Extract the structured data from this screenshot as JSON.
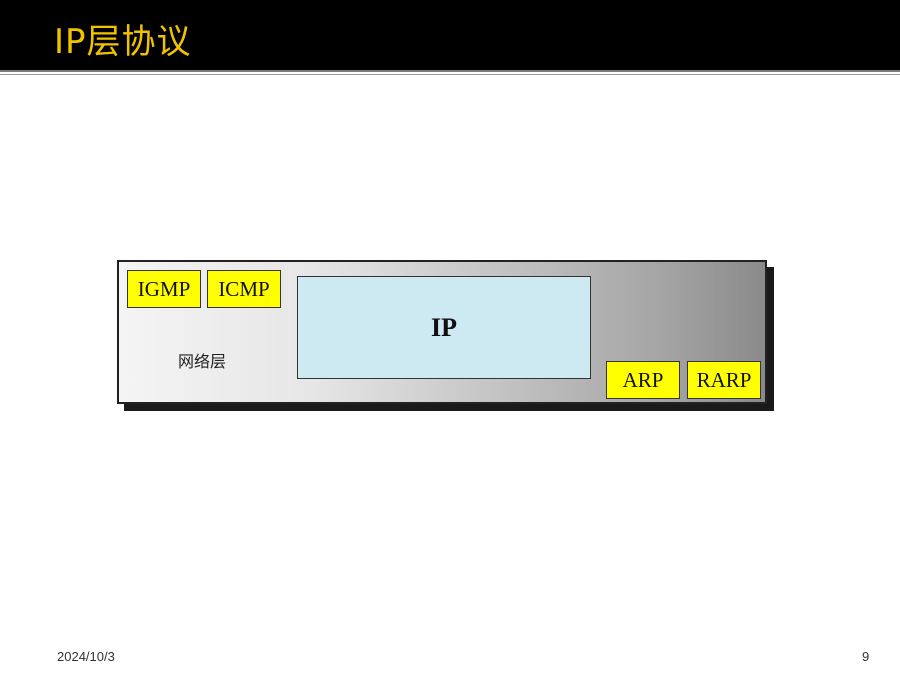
{
  "slide": {
    "title": "IP层协议",
    "date": "2024/10/3",
    "page_number": "9"
  },
  "diagram": {
    "layer_label": "网络层",
    "core_protocol": "IP",
    "upper_protocols": [
      "IGMP",
      "ICMP"
    ],
    "lower_protocols": [
      "ARP",
      "RARP"
    ],
    "colors": {
      "protocol_box": "#ffff00",
      "ip_box": "#cdeaf2",
      "title_text": "#f2c200",
      "title_bar": "#000000"
    }
  }
}
